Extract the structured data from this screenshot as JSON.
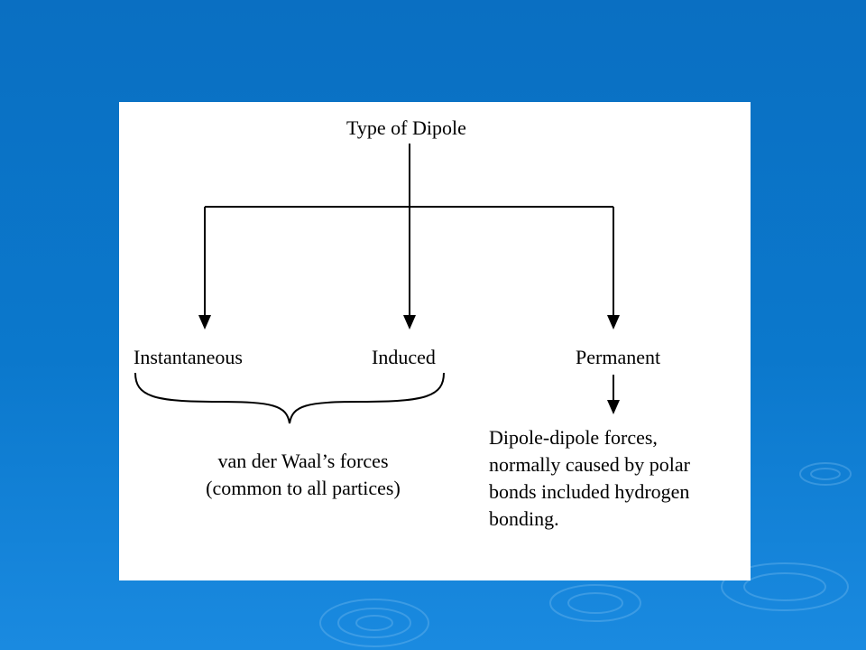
{
  "slide": {
    "background_color": "#0b78cc",
    "panel_color": "#ffffff"
  },
  "diagram": {
    "root": "Type of Dipole",
    "leaves": {
      "instantaneous": "Instantaneous",
      "induced": "Induced",
      "permanent": "Permanent"
    },
    "vdw_note": {
      "line1": "van der Waal’s forces",
      "line2": "(common to all partices)"
    },
    "dipole_note": {
      "line1": "Dipole-dipole forces,",
      "line2": "normally caused by polar",
      "line3": "bonds included hydrogen",
      "line4": "bonding."
    }
  }
}
